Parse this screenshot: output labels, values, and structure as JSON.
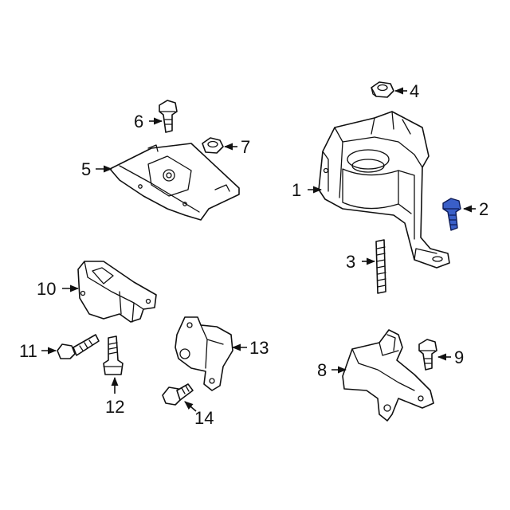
{
  "diagram": {
    "colors": {
      "line": "#111111",
      "background": "#ffffff",
      "highlight_fill": "#3a5fc8",
      "highlight_stroke": "#0d1a55"
    },
    "highlighted_callout": "2",
    "callouts": [
      "1",
      "2",
      "3",
      "4",
      "5",
      "6",
      "7",
      "8",
      "9",
      "10",
      "11",
      "12",
      "13",
      "14"
    ]
  }
}
